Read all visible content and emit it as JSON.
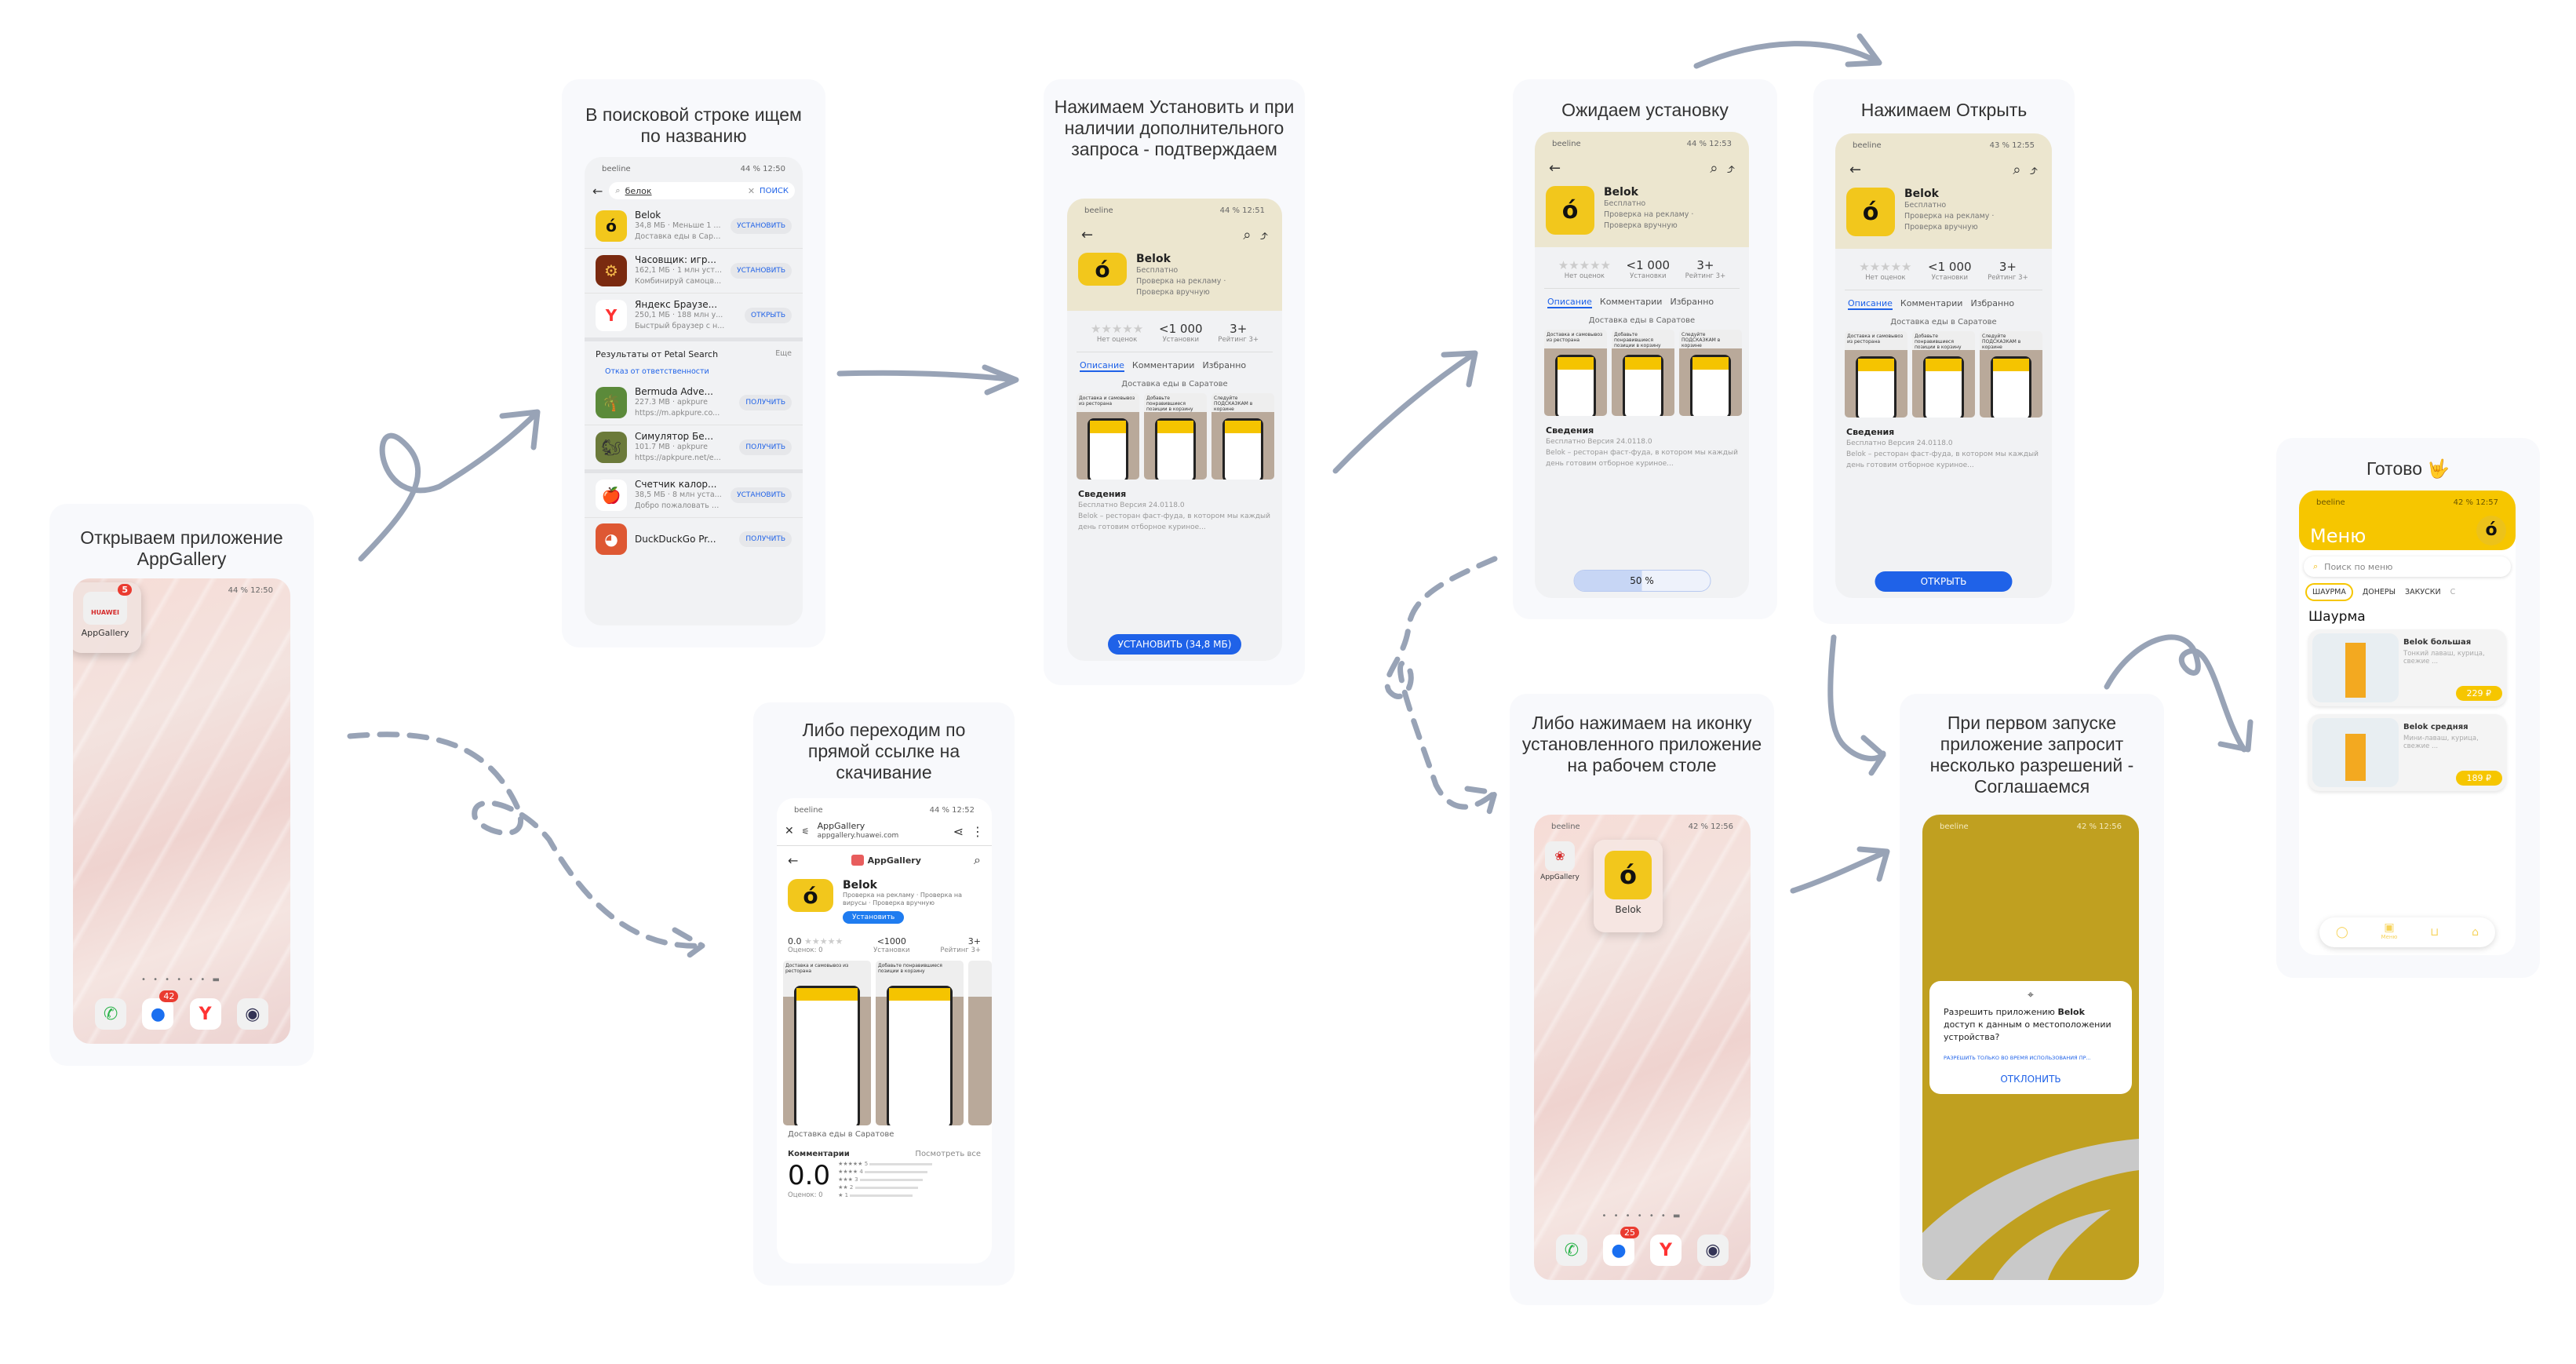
{
  "steps": {
    "open_appgallery": {
      "title": "Открываем приложение AppGallery",
      "status_right": "44 % 12:50",
      "app_label": "AppGallery",
      "app_brand": "HUAWEI",
      "badge": "5",
      "messages_badge": "42"
    },
    "search": {
      "title": "В поисковой строке ищем по названию",
      "status_left": "beeline",
      "status_right": "44 % 12:50",
      "query": "белок",
      "search_button": "ПОИСК",
      "results": [
        {
          "name": "Belok",
          "line1": "34,8 МБ · Меньше 1 ...",
          "line2": "Доставка еды в Сара...",
          "action": "УСТАНОВИТЬ"
        },
        {
          "name": "Часовщик: игр...",
          "line1": "162,1 МБ · 1 млн уст...",
          "line2": "Комбинируй самоцв...",
          "action": "УСТАНОВИТЬ"
        },
        {
          "name": "Яндекс Браузе...",
          "line1": "250,1 МБ · 188 млн у...",
          "line2": "Быстрый браузер с н...",
          "action": "ОТКРЫТЬ"
        }
      ],
      "petal_title": "Результаты от Petal Search",
      "petal_more": "Еще",
      "disclaimer": "Отказ от ответственности",
      "petal_results": [
        {
          "name": "Bermuda Adve...",
          "line1": "227.3 MB · apkpure",
          "line2": "https://m.apkpure.co...",
          "action": "ПОЛУЧИТЬ"
        },
        {
          "name": "Симулятор Бе...",
          "line1": "101.7 MB · apkpure",
          "line2": "https://apkpure.net/e...",
          "action": "ПОЛУЧИТЬ"
        }
      ],
      "more_results": [
        {
          "name": "Счетчик калор...",
          "line1": "38,5 МБ · 8 млн уста...",
          "line2": "Добро пожаловать в...",
          "action": "УСТАНОВИТЬ"
        },
        {
          "name": "DuckDuckGo Pr...",
          "line1": "",
          "line2": "",
          "action": "ПОЛУЧИТЬ"
        }
      ]
    },
    "app_page": {
      "app_name": "Belok",
      "price": "Бесплатно",
      "check1": "Проверка на рекламу ·",
      "check2": "Проверка вручную",
      "rating_label": "Нет оценок",
      "installs": "<1 000",
      "installs_label": "Установки",
      "age": "3+",
      "age_label": "Рейтинг 3+",
      "tabs": [
        "Описание",
        "Комментарии",
        "Избранно"
      ],
      "caption": "Доставка еды в Саратове",
      "shots": [
        "Доставка и самовывоз из ресторана",
        "Добавьте понравившиеся позиции в корзину",
        "Следуйте ПОДСКАЗКАМ в корзине"
      ],
      "info_title": "Сведения",
      "info_meta": "Бесплатно   Версия 24.0118.0",
      "info_desc": "Belok – ресторан фаст-фуда, в котором мы каждый день готовим отборное куриное..."
    },
    "install": {
      "title": "Нажимаем Установить и при наличии дополнительного запроса - подтверждаем",
      "status_right": "44 % 12:51",
      "button": "УСТАНОВИТЬ (34,8 МБ)"
    },
    "direct_link": {
      "title": "Либо переходим по прямой ссылке на скачивание",
      "status_right": "44 % 12:52",
      "browser_title": "AppGallery",
      "browser_url": "appgallery.huawei.com",
      "store_name": "AppGallery",
      "app_name": "Belok",
      "checks": "Проверка на рекламу · Проверка на вирусы · Проверка вручную",
      "install_button": "Установить",
      "rating": "0.0",
      "rating_count": "Оценок: 0",
      "installs": "<1000",
      "installs_label": "Установки",
      "age": "3+",
      "age_label": "Рейтинг 3+",
      "caption": "Доставка еды в Саратове",
      "comments_title": "Комментарии",
      "see_all": "Посмотреть все",
      "big_rating": "0.0",
      "star_levels": [
        "5",
        "4",
        "3",
        "2",
        "1"
      ]
    },
    "waiting": {
      "title": "Ожидаем установку",
      "status_right": "44 % 12:53",
      "progress_label": "50 %",
      "progress": 0.5
    },
    "open": {
      "title": "Нажимаем Открыть",
      "status_right": "43 % 12:55",
      "button": "ОТКРЫТЬ"
    },
    "desktop": {
      "title": "Либо нажимаем на иконку установленного приложение на рабочем столе",
      "status_right": "42 % 12:56",
      "appgallery_label": "AppGallery",
      "belok_label": "Belok",
      "messages_badge": "25"
    },
    "permission": {
      "title": "При первом запуске приложение запросит несколько разрешений - Соглашаемся",
      "status_right": "42 % 12:56",
      "q_pre": "Разрешить приложению ",
      "q_app": "Belok",
      "q_post": " доступ к данным о местоположении устройства?",
      "allow": "РАЗРЕШИТЬ ТОЛЬКО ВО ВРЕМЯ ИСПОЛЬЗОВАНИЯ ПР...",
      "deny": "ОТКЛОНИТЬ"
    },
    "done": {
      "title": "Готово 🤟",
      "status_right": "42 % 12:57",
      "header": "Меню",
      "search_placeholder": "Поиск по меню",
      "categories": [
        "ШАУРМА",
        "ДОНЕРЫ",
        "ЗАКУСКИ",
        "С"
      ],
      "section": "Шаурма",
      "items": [
        {
          "name": "Belok большая",
          "desc": "Тонкий лаваш, курица, свежие ...",
          "price": "229 ₽"
        },
        {
          "name": "Belok средняя",
          "desc": "Мини-лаваш, курица, свежие ...",
          "price": "189 ₽"
        }
      ],
      "nav_active": "Меню"
    }
  },
  "colors": {
    "accent": "#1f62e8",
    "brand_yellow": "#f5c400",
    "arrow": "#98a3b6",
    "permission_bg": "#c0a020"
  }
}
